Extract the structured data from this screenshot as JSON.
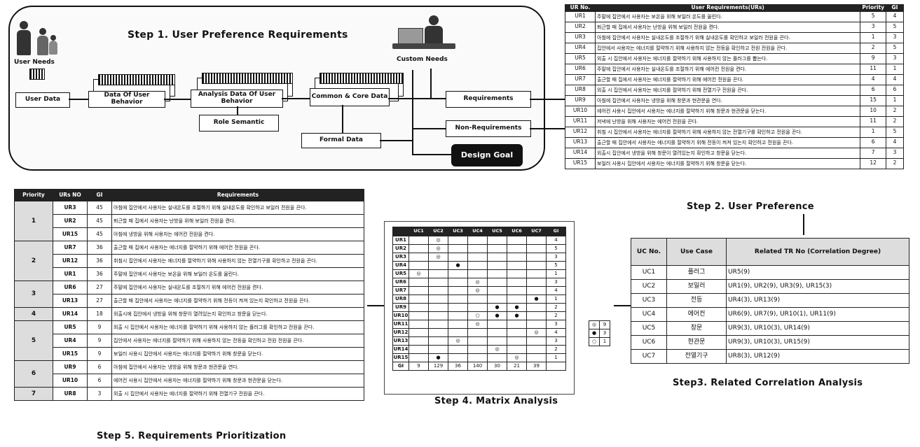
{
  "step1": {
    "title": "Step 1. User Preference Requirements",
    "user_needs": "User Needs",
    "custom_needs": "Custom Needs",
    "user_data": "User Data",
    "data_of_user_behavior": "Data Of User Behavior",
    "analysis_data": "Analysis Data Of User Behavior",
    "common_core": "Common & Core Data",
    "role_semantic": "Role Semantic",
    "formal_data": "Formal Data",
    "requirements": "Requirements",
    "non_requirements": "Non-Requirements",
    "design_goal": "Design Goal"
  },
  "step2": {
    "caption": "Step 2. User Preference",
    "headers": [
      "UR No.",
      "User Requirements(URs)",
      "Priority",
      "GI"
    ],
    "rows": [
      [
        "UR1",
        "주말에 집안에서 사용자는 보온을 위해 보일러 온도를 올린다.",
        "5",
        "4"
      ],
      [
        "UR2",
        "퇴근할 때 집에서 사용자는 난방을 위해 보일러 전원을 켠다.",
        "3",
        "5"
      ],
      [
        "UR3",
        "아침에 집안에서 사용자는 실내온도를 조절하기 위해 실내온도를 확인하고 보일러 전원을 끈다.",
        "1",
        "3"
      ],
      [
        "UR4",
        "집안에서 사용자는 에너지를 절약하기 위해 사용하지 않는 전등을 확인하고 전원 전원을 끈다.",
        "2",
        "5"
      ],
      [
        "UR5",
        "외출 시 집안에서 사용자는 에너지를 절약하기 위해 사용하지 않는 플러그를 뽑는다.",
        "9",
        "3"
      ],
      [
        "UR6",
        "주말에 집안에서 사용자는 실내온도를 조절하기 위해 에어컨 전원을 켠다.",
        "11",
        "1"
      ],
      [
        "UR7",
        "출근할 때 집에서 사용자는 에너지를 절약하기 위해 에어컨 전원을 끈다.",
        "4",
        "4"
      ],
      [
        "UR8",
        "외출 시 집안에서 사용자는 에너지를 절약하기 위해 전열기구 전원을 끈다.",
        "6",
        "6"
      ],
      [
        "UR9",
        "아침에 집안에서 사용자는 냉방을 위해 창문과 현관문을 연다.",
        "15",
        "1"
      ],
      [
        "UR10",
        "에어컨 사용시 집안에서 사용자는 에너지를 절약하기 위해 창문과 현관문을 닫는다.",
        "10",
        "2"
      ],
      [
        "UR11",
        "저녁에 난방을 위해 사용자는 에어컨 전원을 끈다.",
        "11",
        "2"
      ],
      [
        "UR12",
        "취침 시 집안에서 사용자는 에너지를 절약하기 위해 사용하지 않는 전열기구를 확인하고 전원을 끈다.",
        "1",
        "5"
      ],
      [
        "UR13",
        "출근할 때 집안에서 사용자는 에너지를 절약하기 위해 전등이 켜져 있는지 확인하고 전원을 끈다.",
        "6",
        "4"
      ],
      [
        "UR14",
        "외출시 집안에서 냉방을 위해 창문이 열려있는지 확인하고 창문을 닫는다.",
        "7",
        "3"
      ],
      [
        "UR15",
        "보일러 사용시 집안에서 사용자는 에너지를 절약하기 위해 창문을 닫는다.",
        "12",
        "2"
      ]
    ]
  },
  "step3": {
    "caption": "Step3. Related Correlation Analysis",
    "headers": [
      "UC No.",
      "Use Case",
      "Related TR No (Correlation Degree)"
    ],
    "rows": [
      [
        "UC1",
        "플러그",
        "UR5(9)"
      ],
      [
        "UC2",
        "보일러",
        "UR1(9), UR2(9), UR3(9), UR15(3)"
      ],
      [
        "UC3",
        "전등",
        "UR4(3), UR13(9)"
      ],
      [
        "UC4",
        "에어컨",
        "UR6(9), UR7(9), UR10(1), UR11(9)"
      ],
      [
        "UC5",
        "창문",
        "UR9(3), UR10(3), UR14(9)"
      ],
      [
        "UC6",
        "현관문",
        "UR9(3), UR10(3), UR15(9)"
      ],
      [
        "UC7",
        "전열기구",
        "UR8(3), UR12(9)"
      ]
    ]
  },
  "step4": {
    "caption": "Step 4. Matrix Analysis",
    "headers": [
      "",
      "UC1",
      "UC2",
      "UC3",
      "UC4",
      "UC5",
      "UC6",
      "UC7",
      "GI"
    ],
    "rows": [
      [
        "UR1",
        "",
        "◎",
        "",
        "",
        "",
        "",
        "",
        "4"
      ],
      [
        "UR2",
        "",
        "◎",
        "",
        "",
        "",
        "",
        "",
        "5"
      ],
      [
        "UR3",
        "",
        "◎",
        "",
        "",
        "",
        "",
        "",
        "3"
      ],
      [
        "UR4",
        "",
        "",
        "●",
        "",
        "",
        "",
        "",
        "5"
      ],
      [
        "UR5",
        "◎",
        "",
        "",
        "",
        "",
        "",
        "",
        "1"
      ],
      [
        "UR6",
        "",
        "",
        "",
        "◎",
        "",
        "",
        "",
        "3"
      ],
      [
        "UR7",
        "",
        "",
        "",
        "◎",
        "",
        "",
        "",
        "4"
      ],
      [
        "UR8",
        "",
        "",
        "",
        "",
        "",
        "",
        "●",
        "1"
      ],
      [
        "UR9",
        "",
        "",
        "",
        "",
        "●",
        "●",
        "",
        "2"
      ],
      [
        "UR10",
        "",
        "",
        "",
        "○",
        "●",
        "●",
        "",
        "2"
      ],
      [
        "UR11",
        "",
        "",
        "",
        "◎",
        "",
        "",
        "",
        "3"
      ],
      [
        "UR12",
        "",
        "",
        "",
        "",
        "",
        "",
        "◎",
        "4"
      ],
      [
        "UR13",
        "",
        "",
        "◎",
        "",
        "",
        "",
        "",
        "3"
      ],
      [
        "UR14",
        "",
        "",
        "",
        "",
        "◎",
        "",
        "",
        "2"
      ],
      [
        "UR15",
        "",
        "●",
        "",
        "",
        "",
        "◎",
        "",
        "1"
      ],
      [
        "GI",
        "9",
        "129",
        "36",
        "140",
        "30",
        "21",
        "39",
        ""
      ]
    ],
    "legend": [
      [
        "◎",
        "9"
      ],
      [
        "●",
        "3"
      ],
      [
        "○",
        "1"
      ]
    ]
  },
  "step5": {
    "caption": "Step 5. Requirements Prioritization",
    "headers": [
      "Priority",
      "URs NO",
      "GI",
      "Requirements"
    ],
    "groups": [
      {
        "priority": "1",
        "rows": [
          [
            "UR3",
            "45",
            "아침에 집안에서 사용자는 실내온도를 조절하기 위해 실내온도를 확인하고 보일러 전원을 끈다."
          ],
          [
            "UR2",
            "45",
            "퇴근할 때 집에서 사용자는 난방을 위해 보일러 전원을 켠다."
          ],
          [
            "UR15",
            "45",
            "아침에 냉방을 위해 사용자는 에어컨 전원을 켠다."
          ]
        ]
      },
      {
        "priority": "2",
        "rows": [
          [
            "UR7",
            "36",
            "출근할 때 집에서 사용자는 에너지를 절약하기 위해 에어컨 전원을 끈다."
          ],
          [
            "UR12",
            "36",
            "취침시 집안에서 사용자는 에너지를 절약하기 위해 사용하지 않는 전열기구를 확인하고 전원을 끈다."
          ],
          [
            "UR1",
            "36",
            "주말에 집안에서 사용자는 보온을 위해 보일러 온도를 올린다."
          ]
        ]
      },
      {
        "priority": "3",
        "rows": [
          [
            "UR6",
            "27",
            "주말에 집안에서 사용자는 실내온도를 조절하기 위해 에어컨 전원을 켠다."
          ],
          [
            "UR13",
            "27",
            "출근할 때 집안에서 사용자는 에너지를 절약하기 위해 전등이 켜져 있는지 확인하고 전원을 끈다."
          ]
        ]
      },
      {
        "priority": "4",
        "rows": [
          [
            "UR14",
            "18",
            "외출시에 집안에서 냉방을 위해 창문이 열려있는지 확인하고 창문을 닫는다."
          ]
        ]
      },
      {
        "priority": "5",
        "rows": [
          [
            "UR5",
            "9",
            "외출 시 집안에서 사용자는 에너지를 절약하기 위해 사용하지 않는 플러그를 확인하고 전원을 끈다."
          ],
          [
            "UR4",
            "9",
            "집안에서 사용자는 에너지를 절약하기 위해 사용하지 않는 전등을 확인하고 전원 전원을 끈다."
          ],
          [
            "UR15",
            "9",
            "보일러 사용시 집안에서 사용자는 에너지를 절약하기 위해 창문을 닫는다."
          ]
        ]
      },
      {
        "priority": "6",
        "rows": [
          [
            "UR9",
            "6",
            "아침에 집안에서 사용자는 냉방을 위해 창문과 현관문을 연다."
          ],
          [
            "UR10",
            "6",
            "에어컨 사용시 집안에서 사용자는 에너지를 절약하기 위해 창문과 현관문을 닫는다."
          ]
        ]
      },
      {
        "priority": "7",
        "rows": [
          [
            "UR8",
            "3",
            "외출 시 집안에서 사용자는 에너지를 절약하기 위해 전열기구 전원을 끈다."
          ]
        ]
      }
    ]
  }
}
